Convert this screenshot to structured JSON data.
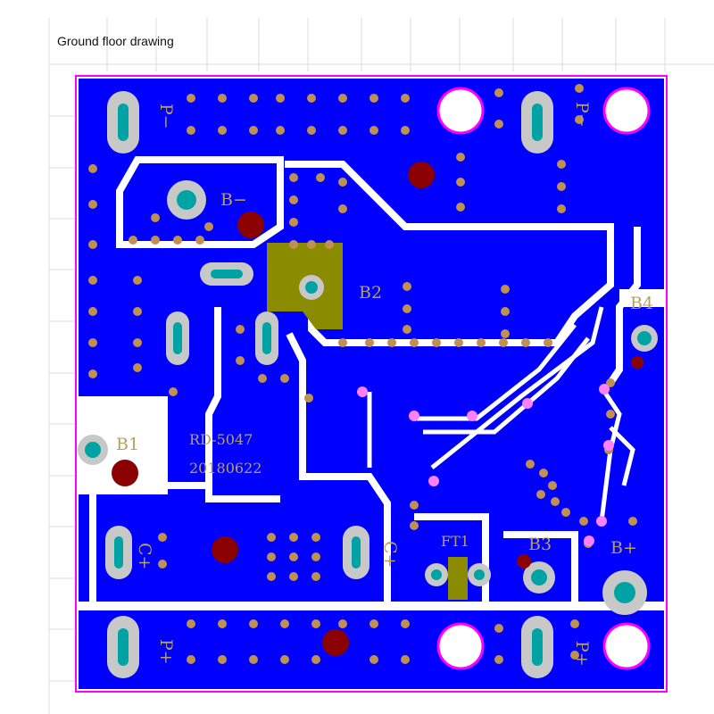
{
  "caption": "Ground floor drawing",
  "colors": {
    "copper_fill": "#0000ff",
    "clearance": "#ffffff",
    "board_outline": "#ff00ff",
    "pad_copper": "#c8c8c8",
    "drill": "#00a3a3",
    "via": "#c09050",
    "big_via": "#8b0000",
    "silkscreen": "#b8a060",
    "component_body": "#8b8b00"
  },
  "silkscreen_labels": {
    "p_minus_left": "P−",
    "p_minus_right": "P−",
    "b_minus": "B−",
    "b2": "B2",
    "b4": "B4",
    "b1": "B1",
    "board_id": "RD-5047",
    "date_code": "20180622",
    "c_plus_left": "C+",
    "c_plus_right": "C+",
    "ft1": "FT1",
    "b3": "B3",
    "b_plus": "B+",
    "p_plus_left": "P+",
    "p_plus_right": "P+"
  }
}
